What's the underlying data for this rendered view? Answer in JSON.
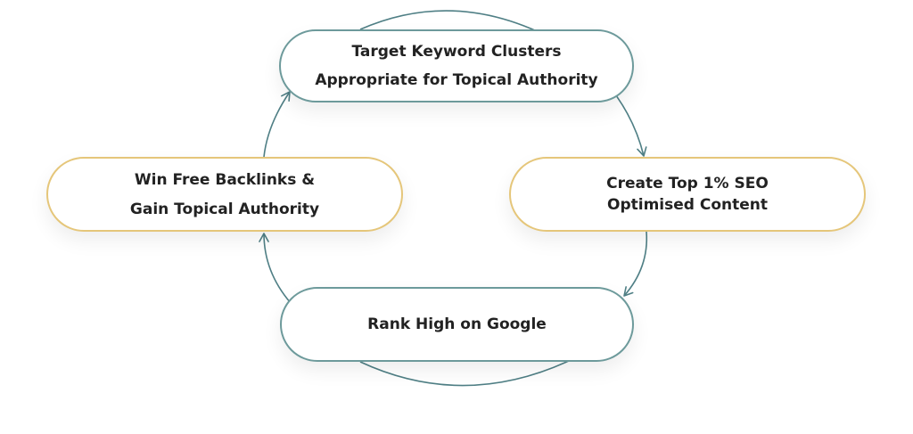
{
  "colors": {
    "teal_border": "#6d9a9b",
    "gold_border": "#e5c67a",
    "arrow": "#4f7f85",
    "text": "#222222"
  },
  "nodes": {
    "top": {
      "lines": [
        "Target Keyword Clusters",
        "Appropriate for Topical Authority"
      ]
    },
    "right": {
      "lines": [
        "Create Top 1% SEO",
        "Optimised Content"
      ]
    },
    "bottom": {
      "lines": [
        "Rank High on Google"
      ]
    },
    "left": {
      "lines": [
        "Win Free Backlinks &",
        "Gain Topical Authority"
      ]
    }
  }
}
